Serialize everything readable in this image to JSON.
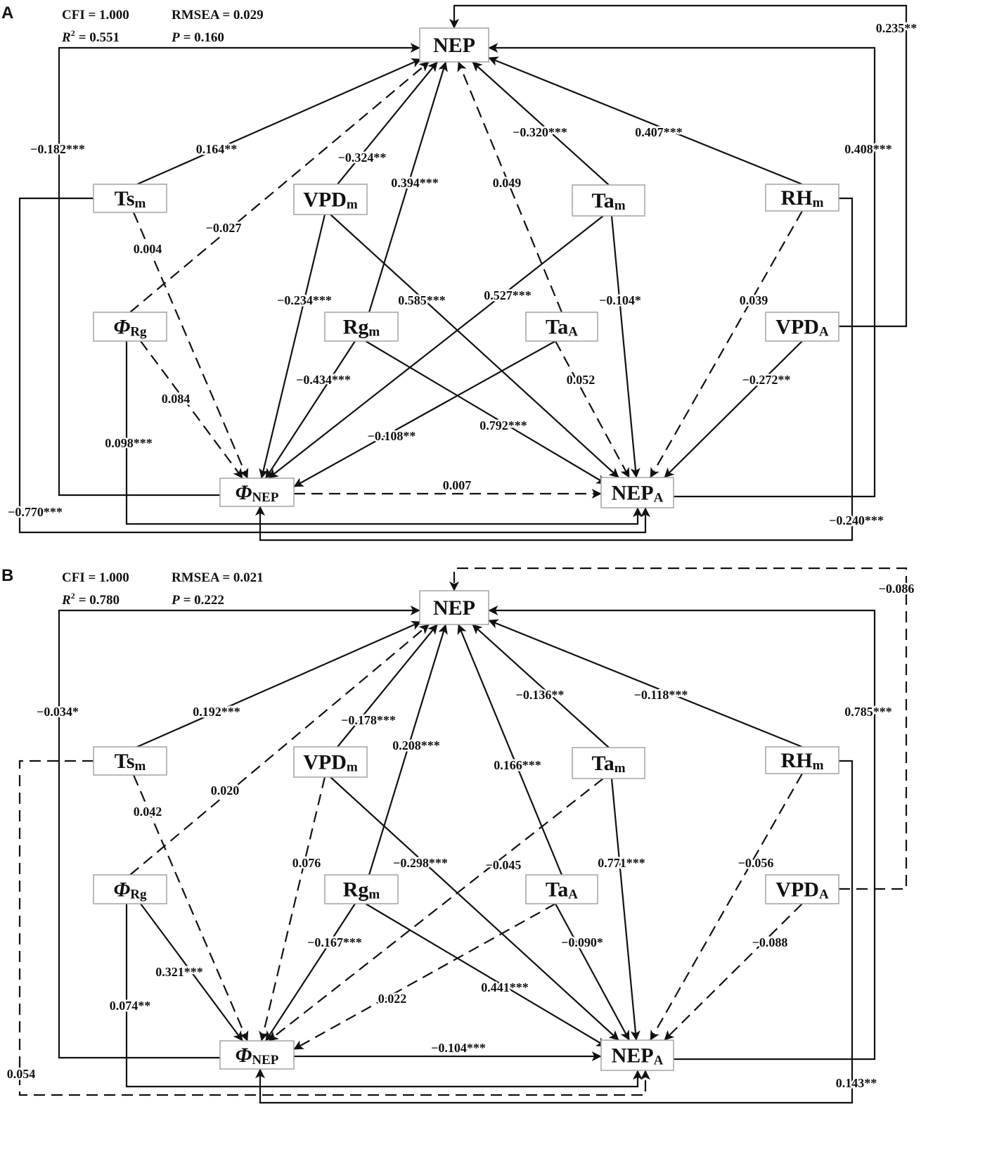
{
  "nodes": [
    {
      "main": "NEP"
    },
    {
      "main": "Ts",
      "sub": "m"
    },
    {
      "main": "VPD",
      "sub": "m"
    },
    {
      "main": "Ta",
      "sub": "m"
    },
    {
      "main": "RH",
      "sub": "m"
    },
    {
      "main": "Φ",
      "sub": "Rg"
    },
    {
      "main": "Rg",
      "sub": "m"
    },
    {
      "main": "Ta",
      "sub": "A"
    },
    {
      "main": "VPD",
      "sub": "A"
    },
    {
      "main": "Φ",
      "sub": "NEP"
    },
    {
      "main": "NEP",
      "sub": "A"
    }
  ],
  "panels": [
    {
      "letter": "A",
      "cfi": "CFI = 1.000",
      "rmsea": "RMSEA = 0.029",
      "r2": {
        "symbol": "R",
        "sup": "2",
        "value": "= 0.551"
      },
      "p": {
        "symbol": "P",
        "value": "= 0.160"
      },
      "edges": [
        {
          "from": 1,
          "to": 0,
          "coef": "0.164**",
          "dashed": false
        },
        {
          "from": 5,
          "to": 0,
          "coef": "−0.027",
          "dashed": true
        },
        {
          "from": 2,
          "to": 0,
          "coef": "−0.324**",
          "dashed": false
        },
        {
          "from": 6,
          "to": 0,
          "coef": "0.394***",
          "dashed": false
        },
        {
          "from": 7,
          "to": 0,
          "coef": "0.049",
          "dashed": true
        },
        {
          "from": 3,
          "to": 0,
          "coef": "−0.320***",
          "dashed": false
        },
        {
          "from": 4,
          "to": 0,
          "coef": "0.407***",
          "dashed": false
        },
        {
          "from": 9,
          "to": 0,
          "coef": "−0.182***",
          "dashed": false
        },
        {
          "from": 10,
          "to": 0,
          "coef": "0.408***",
          "dashed": false
        },
        {
          "from": 8,
          "to": 0,
          "coef": "0.235**",
          "dashed": false
        },
        {
          "from": 1,
          "to": 9,
          "coef": "0.004",
          "dashed": true
        },
        {
          "from": 5,
          "to": 9,
          "coef": "0.084",
          "dashed": true
        },
        {
          "from": 5,
          "to": 10,
          "coef": "0.098***",
          "dashed": false
        },
        {
          "from": 2,
          "to": 9,
          "coef": "−0.234***",
          "dashed": false
        },
        {
          "from": 2,
          "to": 10,
          "coef": "0.585***",
          "dashed": false
        },
        {
          "from": 3,
          "to": 9,
          "coef": "0.527***",
          "dashed": false
        },
        {
          "from": 3,
          "to": 10,
          "coef": "−0.104*",
          "dashed": false
        },
        {
          "from": 6,
          "to": 9,
          "coef": "−0.434***",
          "dashed": false
        },
        {
          "from": 6,
          "to": 10,
          "coef": "0.792***",
          "dashed": false
        },
        {
          "from": 7,
          "to": 9,
          "coef": "−0.108**",
          "dashed": false
        },
        {
          "from": 7,
          "to": 10,
          "coef": "0.052",
          "dashed": true
        },
        {
          "from": 4,
          "to": 10,
          "coef": "0.039",
          "dashed": true
        },
        {
          "from": 8,
          "to": 10,
          "coef": "−0.272**",
          "dashed": false
        },
        {
          "from": 9,
          "to": 10,
          "coef": "0.007",
          "dashed": true
        },
        {
          "from": 1,
          "to": 10,
          "coef": "−0.770***",
          "dashed": false
        },
        {
          "from": 4,
          "to": 9,
          "coef": "−0.240***",
          "dashed": false
        }
      ]
    },
    {
      "letter": "B",
      "cfi": "CFI = 1.000",
      "rmsea": "RMSEA = 0.021",
      "r2": {
        "symbol": "R",
        "sup": "2",
        "value": "= 0.780"
      },
      "p": {
        "symbol": "P",
        "value": "= 0.222"
      },
      "edges": [
        {
          "from": 1,
          "to": 0,
          "coef": "0.192***",
          "dashed": false
        },
        {
          "from": 5,
          "to": 0,
          "coef": "0.020",
          "dashed": true
        },
        {
          "from": 2,
          "to": 0,
          "coef": "−0.178***",
          "dashed": false
        },
        {
          "from": 6,
          "to": 0,
          "coef": "0.208***",
          "dashed": false
        },
        {
          "from": 7,
          "to": 0,
          "coef": "0.166***",
          "dashed": false
        },
        {
          "from": 3,
          "to": 0,
          "coef": "−0.136**",
          "dashed": false
        },
        {
          "from": 4,
          "to": 0,
          "coef": "−0.118***",
          "dashed": false
        },
        {
          "from": 9,
          "to": 0,
          "coef": "−0.034*",
          "dashed": false
        },
        {
          "from": 10,
          "to": 0,
          "coef": "0.785***",
          "dashed": false
        },
        {
          "from": 8,
          "to": 0,
          "coef": "−0.086",
          "dashed": true
        },
        {
          "from": 1,
          "to": 9,
          "coef": "0.042",
          "dashed": true
        },
        {
          "from": 5,
          "to": 9,
          "coef": "0.321***",
          "dashed": false
        },
        {
          "from": 5,
          "to": 10,
          "coef": "0.074**",
          "dashed": false
        },
        {
          "from": 2,
          "to": 9,
          "coef": "0.076",
          "dashed": true
        },
        {
          "from": 2,
          "to": 10,
          "coef": "−0.298***",
          "dashed": false
        },
        {
          "from": 3,
          "to": 9,
          "coef": "−0.045",
          "dashed": true
        },
        {
          "from": 3,
          "to": 10,
          "coef": "0.771***",
          "dashed": false
        },
        {
          "from": 6,
          "to": 9,
          "coef": "−0.167***",
          "dashed": false
        },
        {
          "from": 6,
          "to": 10,
          "coef": "0.441***",
          "dashed": false
        },
        {
          "from": 7,
          "to": 9,
          "coef": "0.022",
          "dashed": true
        },
        {
          "from": 7,
          "to": 10,
          "coef": "−0.090*",
          "dashed": false
        },
        {
          "from": 4,
          "to": 10,
          "coef": "−0.056",
          "dashed": true
        },
        {
          "from": 8,
          "to": 10,
          "coef": "−0.088",
          "dashed": true
        },
        {
          "from": 9,
          "to": 10,
          "coef": "−0.104***",
          "dashed": false
        },
        {
          "from": 1,
          "to": 10,
          "coef": "0.054",
          "dashed": true
        },
        {
          "from": 4,
          "to": 9,
          "coef": "0.143**",
          "dashed": false
        }
      ]
    }
  ]
}
